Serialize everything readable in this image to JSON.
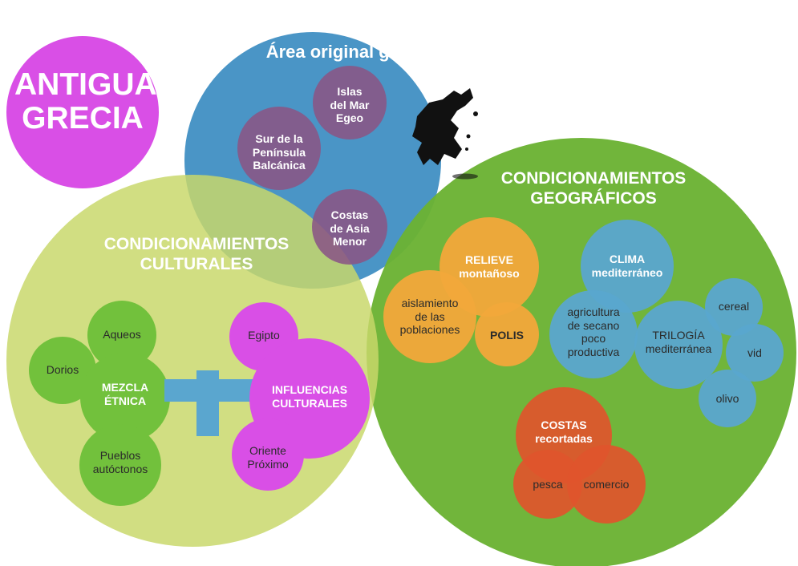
{
  "title": {
    "line1": "ANTIGUA",
    "line2": "GRECIA"
  },
  "area": {
    "title": "Área original griega",
    "islands": {
      "line1": "Islas",
      "line2": "del Mar",
      "line3": "Egeo"
    },
    "south": {
      "line1": "Sur de la",
      "line2": "Península",
      "line3": "Balcánica"
    },
    "asia": {
      "line1": "Costas",
      "line2": "de Asia",
      "line3": "Menor"
    }
  },
  "cultural": {
    "title": {
      "line1": "CONDICIONAMIENTOS",
      "line2": "CULTURALES"
    },
    "aqueos": "Aqueos",
    "dorios": "Dorios",
    "mezcla": {
      "line1": "MEZCLA",
      "line2": "ÉTNICA"
    },
    "pueblos": {
      "line1": "Pueblos",
      "line2": "autóctonos"
    },
    "egipto": "Egipto",
    "influencias": {
      "line1": "INFLUENCIAS",
      "line2": "CULTURALES"
    },
    "oriente": {
      "line1": "Oriente",
      "line2": "Próximo"
    }
  },
  "geo": {
    "title": {
      "line1": "CONDICIONAMIENTOS",
      "line2": "GEOGRÁFICOS"
    },
    "relieve": {
      "line1": "RELIEVE",
      "line2": "montañoso"
    },
    "aislamiento": {
      "line1": "aislamiento",
      "line2": "de las",
      "line3": "poblaciones"
    },
    "polis": "POLIS",
    "clima": {
      "line1": "CLIMA",
      "line2": "mediterráneo"
    },
    "agricultura": {
      "line1": "agricultura",
      "line2": "de secano",
      "line3": "poco",
      "line4": "productiva"
    },
    "trilogia": {
      "line1": "TRILOGÍA",
      "line2": "mediterránea"
    },
    "cereal": "cereal",
    "vid": "vid",
    "olivo": "olivo",
    "costas": {
      "line1": "COSTAS",
      "line2": "recortadas"
    },
    "pesca": "pesca",
    "comercio": "comercio"
  },
  "colors": {
    "magenta": "#d94fe6",
    "blue": "#4a95c6",
    "green": "#6bb233",
    "yellow_green": "#c8d86a",
    "purple": "#8a5585",
    "orange": "#f2a83a",
    "red": "#e0552d",
    "light_blue": "#5aa6cf",
    "mid_green": "#72c13c"
  }
}
